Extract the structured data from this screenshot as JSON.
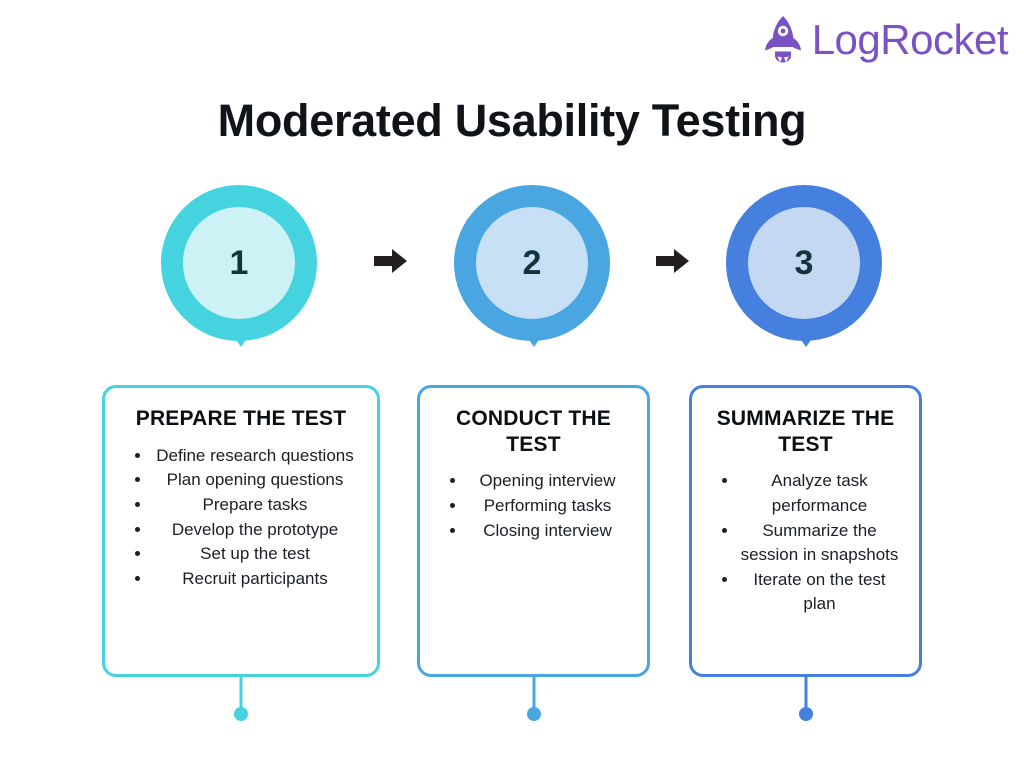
{
  "brand": {
    "name": "LogRocket",
    "icon": "rocket-icon",
    "color": "#7B52C4"
  },
  "title": "Moderated Usability Testing",
  "arrow_icon": "arrow-right-icon",
  "steps": [
    {
      "number": "1",
      "title": "PREPARE THE TEST",
      "ring_color": "#45D3E0",
      "inner_color": "#CCF2F6",
      "border_color": "#45D3E0",
      "items": [
        "Define research questions",
        "Plan opening questions",
        "Prepare tasks",
        "Develop the prototype",
        "Set up the test",
        "Recruit participants"
      ]
    },
    {
      "number": "2",
      "title": "CONDUCT THE TEST",
      "ring_color": "#49A6E0",
      "inner_color": "#C7E0F5",
      "border_color": "#49A6E0",
      "items": [
        "Opening interview",
        "Performing tasks",
        "Closing interview"
      ]
    },
    {
      "number": "3",
      "title": "SUMMARIZE THE TEST",
      "ring_color": "#4580DE",
      "inner_color": "#C5D8F2",
      "border_color": "#4580DE",
      "items": [
        "Analyze task performance",
        "Summarize the session in snapshots",
        "Iterate on the test plan"
      ]
    }
  ]
}
